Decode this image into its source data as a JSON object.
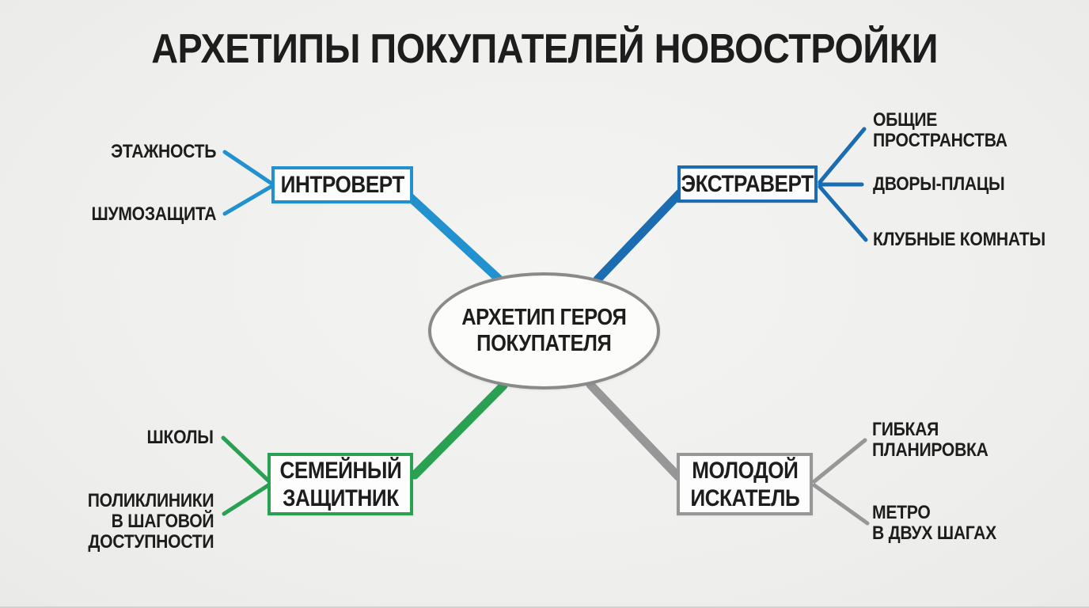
{
  "title": "АРХЕТИПЫ ПОКУПАТЕЛЕЙ НОВОСТРОЙКИ",
  "center": {
    "label": "АРХЕТИП ГЕРОЯ\nПОКУПАТЕЛЯ"
  },
  "branches": [
    {
      "name": "introvert",
      "label": "ИНТРОВЕРТ",
      "color": "#2191d0",
      "leaves": [
        "ЭТАЖНОСТЬ",
        "ШУМОЗАЩИТА"
      ]
    },
    {
      "name": "extravert",
      "label": "ЭКСТРАВЕРТ",
      "color": "#1b6cb1",
      "leaves": [
        "ОБЩИЕ\nПРОСТРАНСТВА",
        "ДВОРЫ-ПЛАЦЫ",
        "КЛУБНЫЕ КОМНАТЫ"
      ]
    },
    {
      "name": "family-protector",
      "label": "СЕМЕЙНЫЙ\nЗАЩИТНИК",
      "color": "#2aa053",
      "leaves": [
        "ШКОЛЫ",
        "ПОЛИКЛИНИКИ\nВ ШАГОВОЙ\nДОСТУПНОСТИ"
      ]
    },
    {
      "name": "young-seeker",
      "label": "МОЛОДОЙ\nИСКАТЕЛЬ",
      "color": "#979797",
      "leaves": [
        "ГИБКАЯ\nПЛАНИРОВКА",
        "МЕТРО\nВ ДВУХ ШАГАХ"
      ]
    }
  ],
  "colors": {
    "background": "#efefed",
    "text": "#1d1d1d",
    "ellipse_border": "#8a8a8a",
    "introvert_blue": "#2191d0",
    "extravert_blue": "#1b6cb1",
    "family_green": "#2aa053",
    "seeker_gray": "#979797"
  }
}
